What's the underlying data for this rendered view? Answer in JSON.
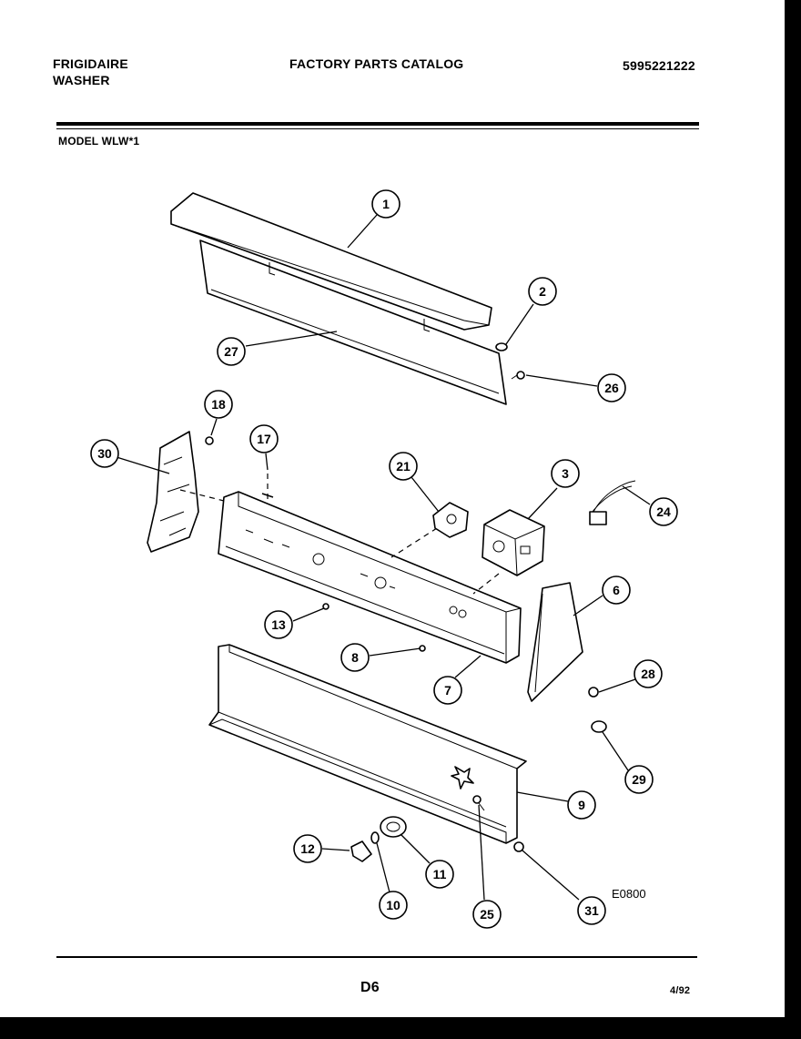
{
  "header": {
    "brand_line1": "FRIGIDAIRE",
    "brand_line2": "WASHER",
    "catalog_title": "FACTORY PARTS CATALOG",
    "catalog_number": "5995221222",
    "model": "MODEL WLW*1"
  },
  "diagram": {
    "callouts": {
      "c1": "1",
      "c2": "2",
      "c3": "3",
      "c6": "6",
      "c7": "7",
      "c8": "8",
      "c9": "9",
      "c10": "10",
      "c11": "11",
      "c12": "12",
      "c13": "13",
      "c17": "17",
      "c18": "18",
      "c21": "21",
      "c24": "24",
      "c25": "25",
      "c26": "26",
      "c27": "27",
      "c28": "28",
      "c29": "29",
      "c30": "30",
      "c31": "31"
    },
    "figure_code": "E0800"
  },
  "footer": {
    "page": "D6",
    "date": "4/92"
  }
}
